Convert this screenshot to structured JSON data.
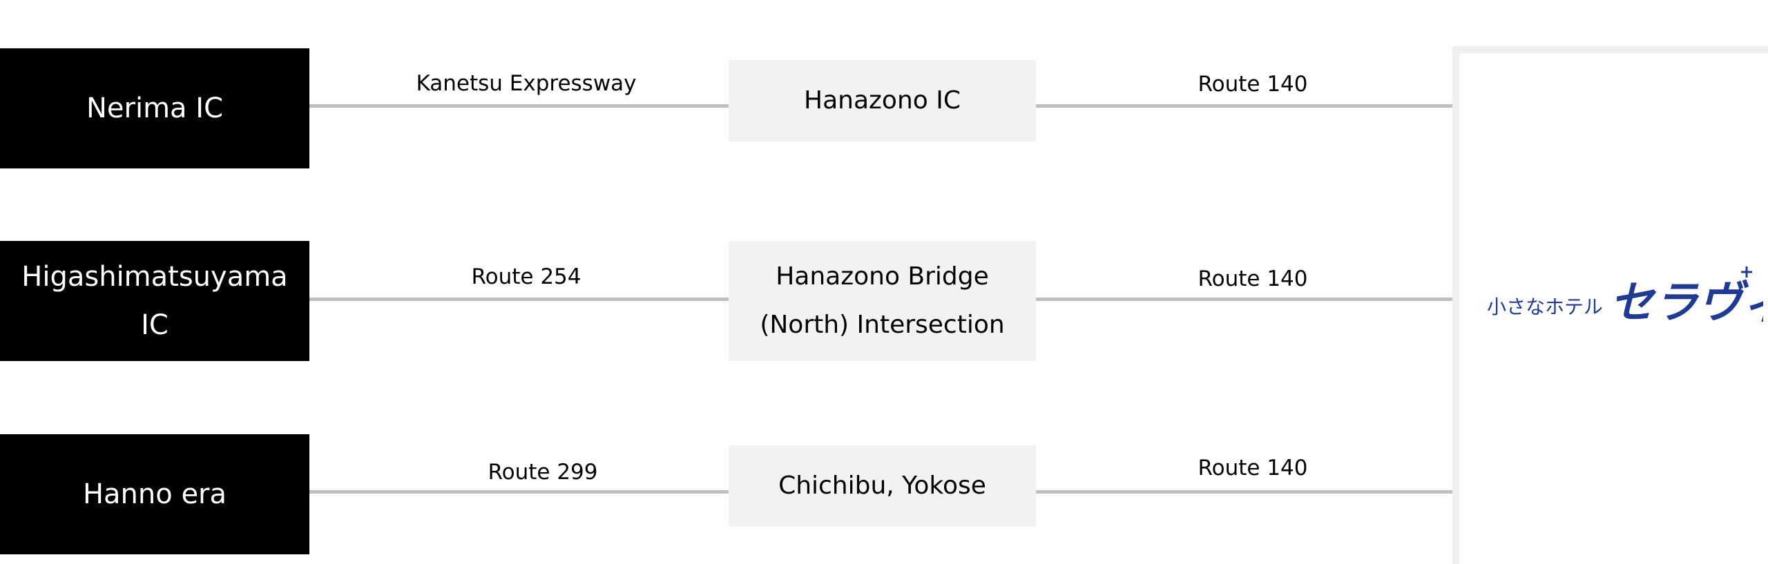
{
  "rows": [
    {
      "origin": "Nerima IC",
      "route_a": "Kanetsu Expressway",
      "via": "Hanazono IC",
      "route_b": "Route 140"
    },
    {
      "origin": "Higashimatsuyama\nIC",
      "route_a": "Route 254",
      "via": "Hanazono Bridge\n(North) Intersection",
      "route_b": "Route 140"
    },
    {
      "origin": "Hanno era",
      "route_a": "Route 299",
      "via": "Chichibu, Yokose",
      "route_b": "Route 140"
    }
  ],
  "destination": {
    "logo_small_text": "小さなホテル",
    "logo_large_text": "セラヴィ",
    "logo_color": "#1f3a93"
  },
  "colors": {
    "origin_bg": "#000000",
    "via_bg": "#f2f2f2",
    "connector": "#bfbfbf"
  }
}
